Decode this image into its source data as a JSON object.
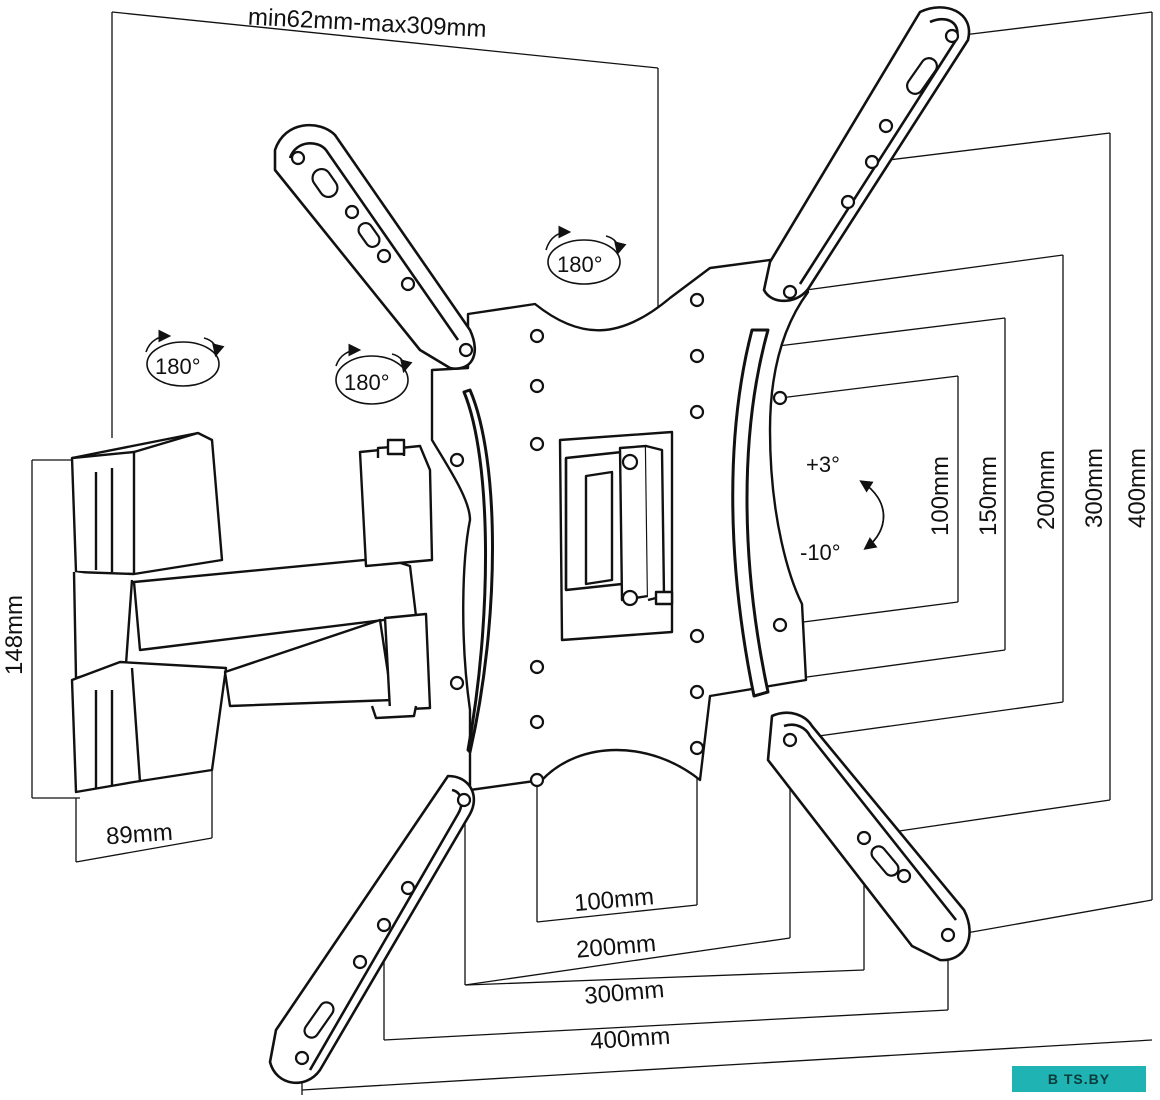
{
  "dimensions": {
    "arm_extension": "min62mm-max309mm",
    "wall_plate_height": "148mm",
    "wall_plate_width": "89mm",
    "horizontal": [
      "100mm",
      "200mm",
      "300mm",
      "400mm"
    ],
    "vertical": [
      "100mm",
      "150mm",
      "200mm",
      "300mm",
      "400mm"
    ]
  },
  "rotation": {
    "swivel_1": "180°",
    "swivel_2": "180°",
    "swivel_3": "180°"
  },
  "tilt": {
    "up": "+3°",
    "down": "-10°"
  },
  "watermark": "B TS.BY"
}
